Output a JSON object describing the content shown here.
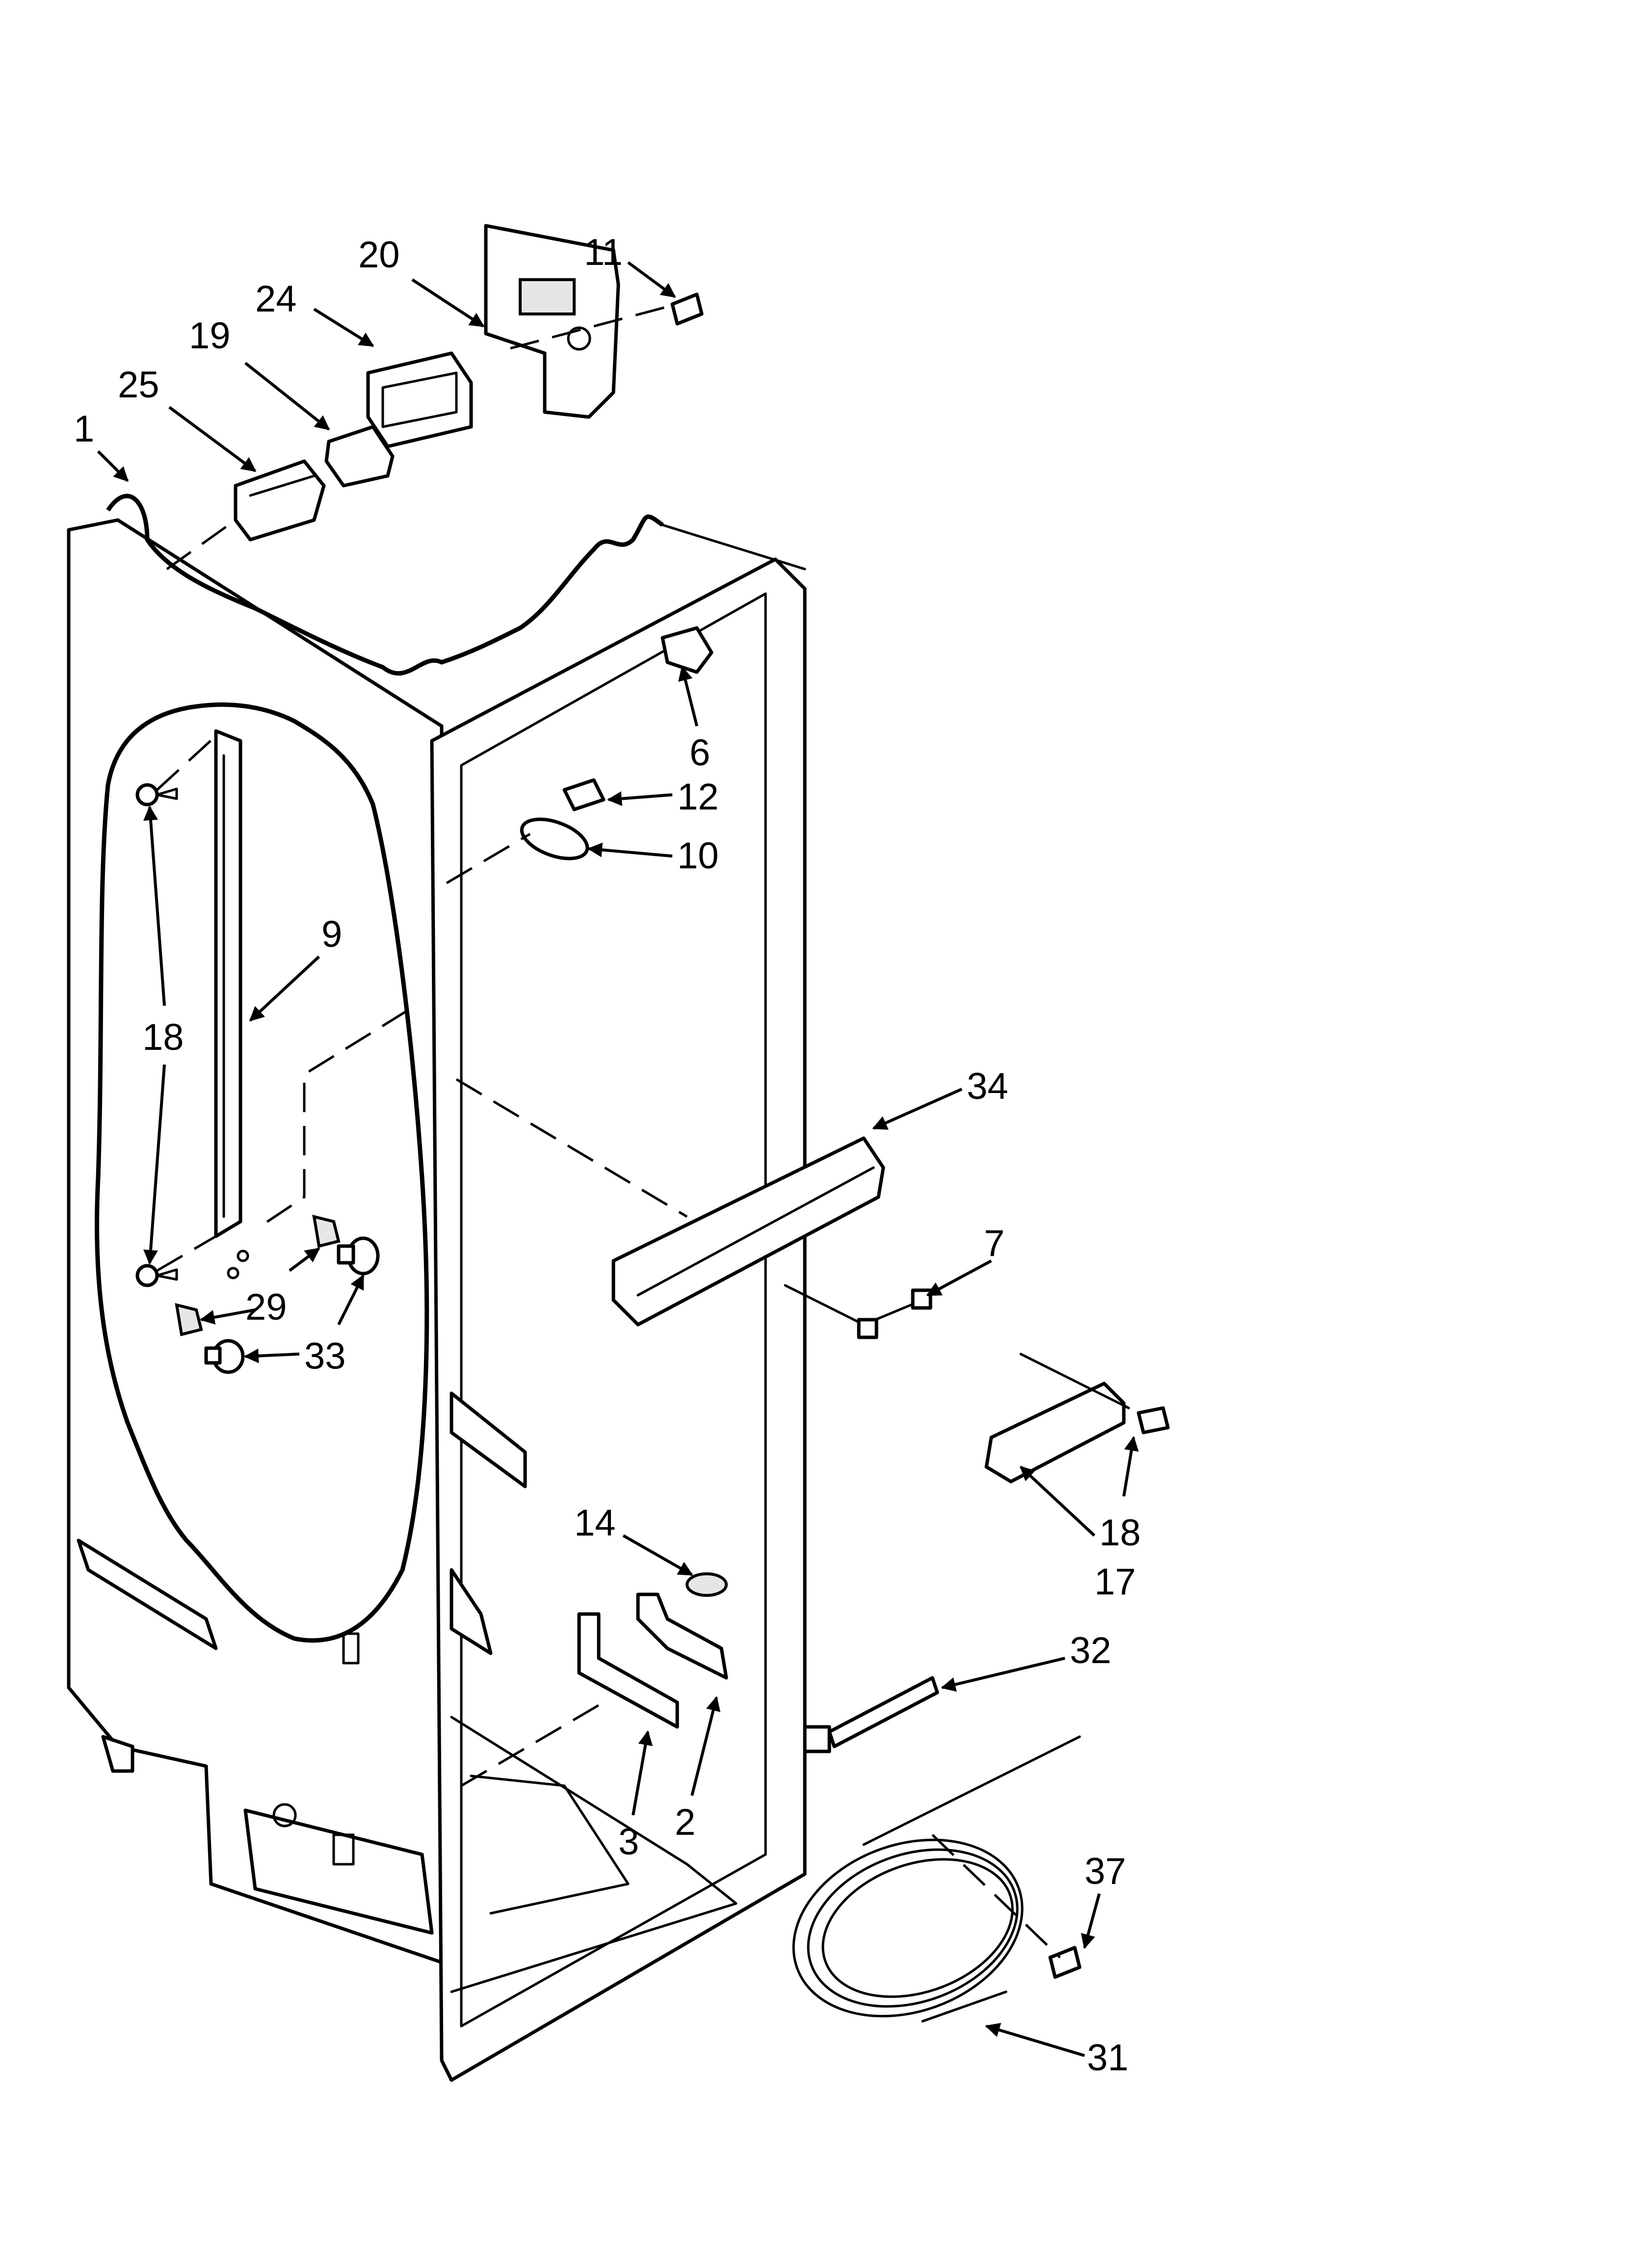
{
  "callouts": [
    {
      "id": "c1",
      "label": "1"
    },
    {
      "id": "c25",
      "label": "25"
    },
    {
      "id": "c19",
      "label": "19"
    },
    {
      "id": "c24",
      "label": "24"
    },
    {
      "id": "c20",
      "label": "20"
    },
    {
      "id": "c11",
      "label": "11"
    },
    {
      "id": "c6",
      "label": "6"
    },
    {
      "id": "c12",
      "label": "12"
    },
    {
      "id": "c10",
      "label": "10"
    },
    {
      "id": "c9",
      "label": "9"
    },
    {
      "id": "c18a",
      "label": "18"
    },
    {
      "id": "c34",
      "label": "34"
    },
    {
      "id": "c7",
      "label": "7"
    },
    {
      "id": "c29",
      "label": "29"
    },
    {
      "id": "c33",
      "label": "33"
    },
    {
      "id": "c18b",
      "label": "18"
    },
    {
      "id": "c17",
      "label": "17"
    },
    {
      "id": "c14",
      "label": "14"
    },
    {
      "id": "c32",
      "label": "32"
    },
    {
      "id": "c3",
      "label": "3"
    },
    {
      "id": "c2",
      "label": "2"
    },
    {
      "id": "c37",
      "label": "37"
    },
    {
      "id": "c31",
      "label": "31"
    }
  ]
}
